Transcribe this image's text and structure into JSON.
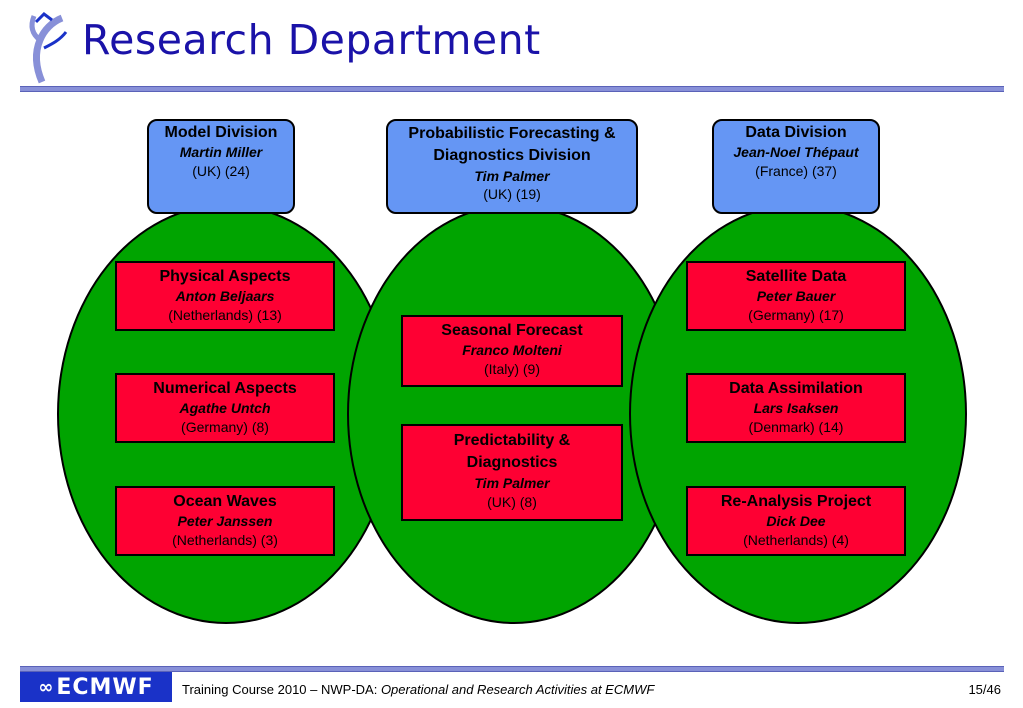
{
  "header": {
    "title": "Research Department"
  },
  "columns": [
    {
      "head": {
        "name": "Model Division",
        "person": "Martin Miller",
        "country": "(UK)   (24)"
      },
      "boxes": [
        {
          "name": "Physical Aspects",
          "person": "Anton Beljaars",
          "country": "(Netherlands) (13)"
        },
        {
          "name": "Numerical Aspects",
          "person": "Agathe Untch",
          "country": "(Germany) (8)"
        },
        {
          "name": "Ocean Waves",
          "person": "Peter Janssen",
          "country": "(Netherlands) (3)"
        }
      ]
    },
    {
      "head": {
        "name": "Probabilistic Forecasting & Diagnostics Division",
        "person": "Tim Palmer",
        "country": "(UK)  (19)"
      },
      "boxes": [
        {
          "name": "Seasonal Forecast",
          "person": "Franco Molteni",
          "country": "(Italy) (9)"
        },
        {
          "name": "Predictability & Diagnostics",
          "person": "Tim Palmer",
          "country": "(UK) (8)"
        }
      ]
    },
    {
      "head": {
        "name": "Data Division",
        "person": "Jean-Noel Thépaut",
        "country": "(France)  (37)"
      },
      "boxes": [
        {
          "name": "Satellite Data",
          "person": "Peter Bauer",
          "country": "(Germany) (17)"
        },
        {
          "name": "Data Assimilation",
          "person": "Lars Isaksen",
          "country": "(Denmark) (14)"
        },
        {
          "name": "Re-Analysis Project",
          "person": "Dick Dee",
          "country": "(Netherlands) (4)"
        }
      ]
    }
  ],
  "footer": {
    "logo_text": "ECMWF",
    "text_prefix": "Training Course 2010 – NWP-DA: ",
    "text_italic": "Operational and Research Activities at ECMWF",
    "page": "15/46"
  },
  "colors": {
    "ellipse": "#00a400",
    "division": "#6596f4",
    "section": "#fe0033",
    "title": "#1a12a8"
  }
}
